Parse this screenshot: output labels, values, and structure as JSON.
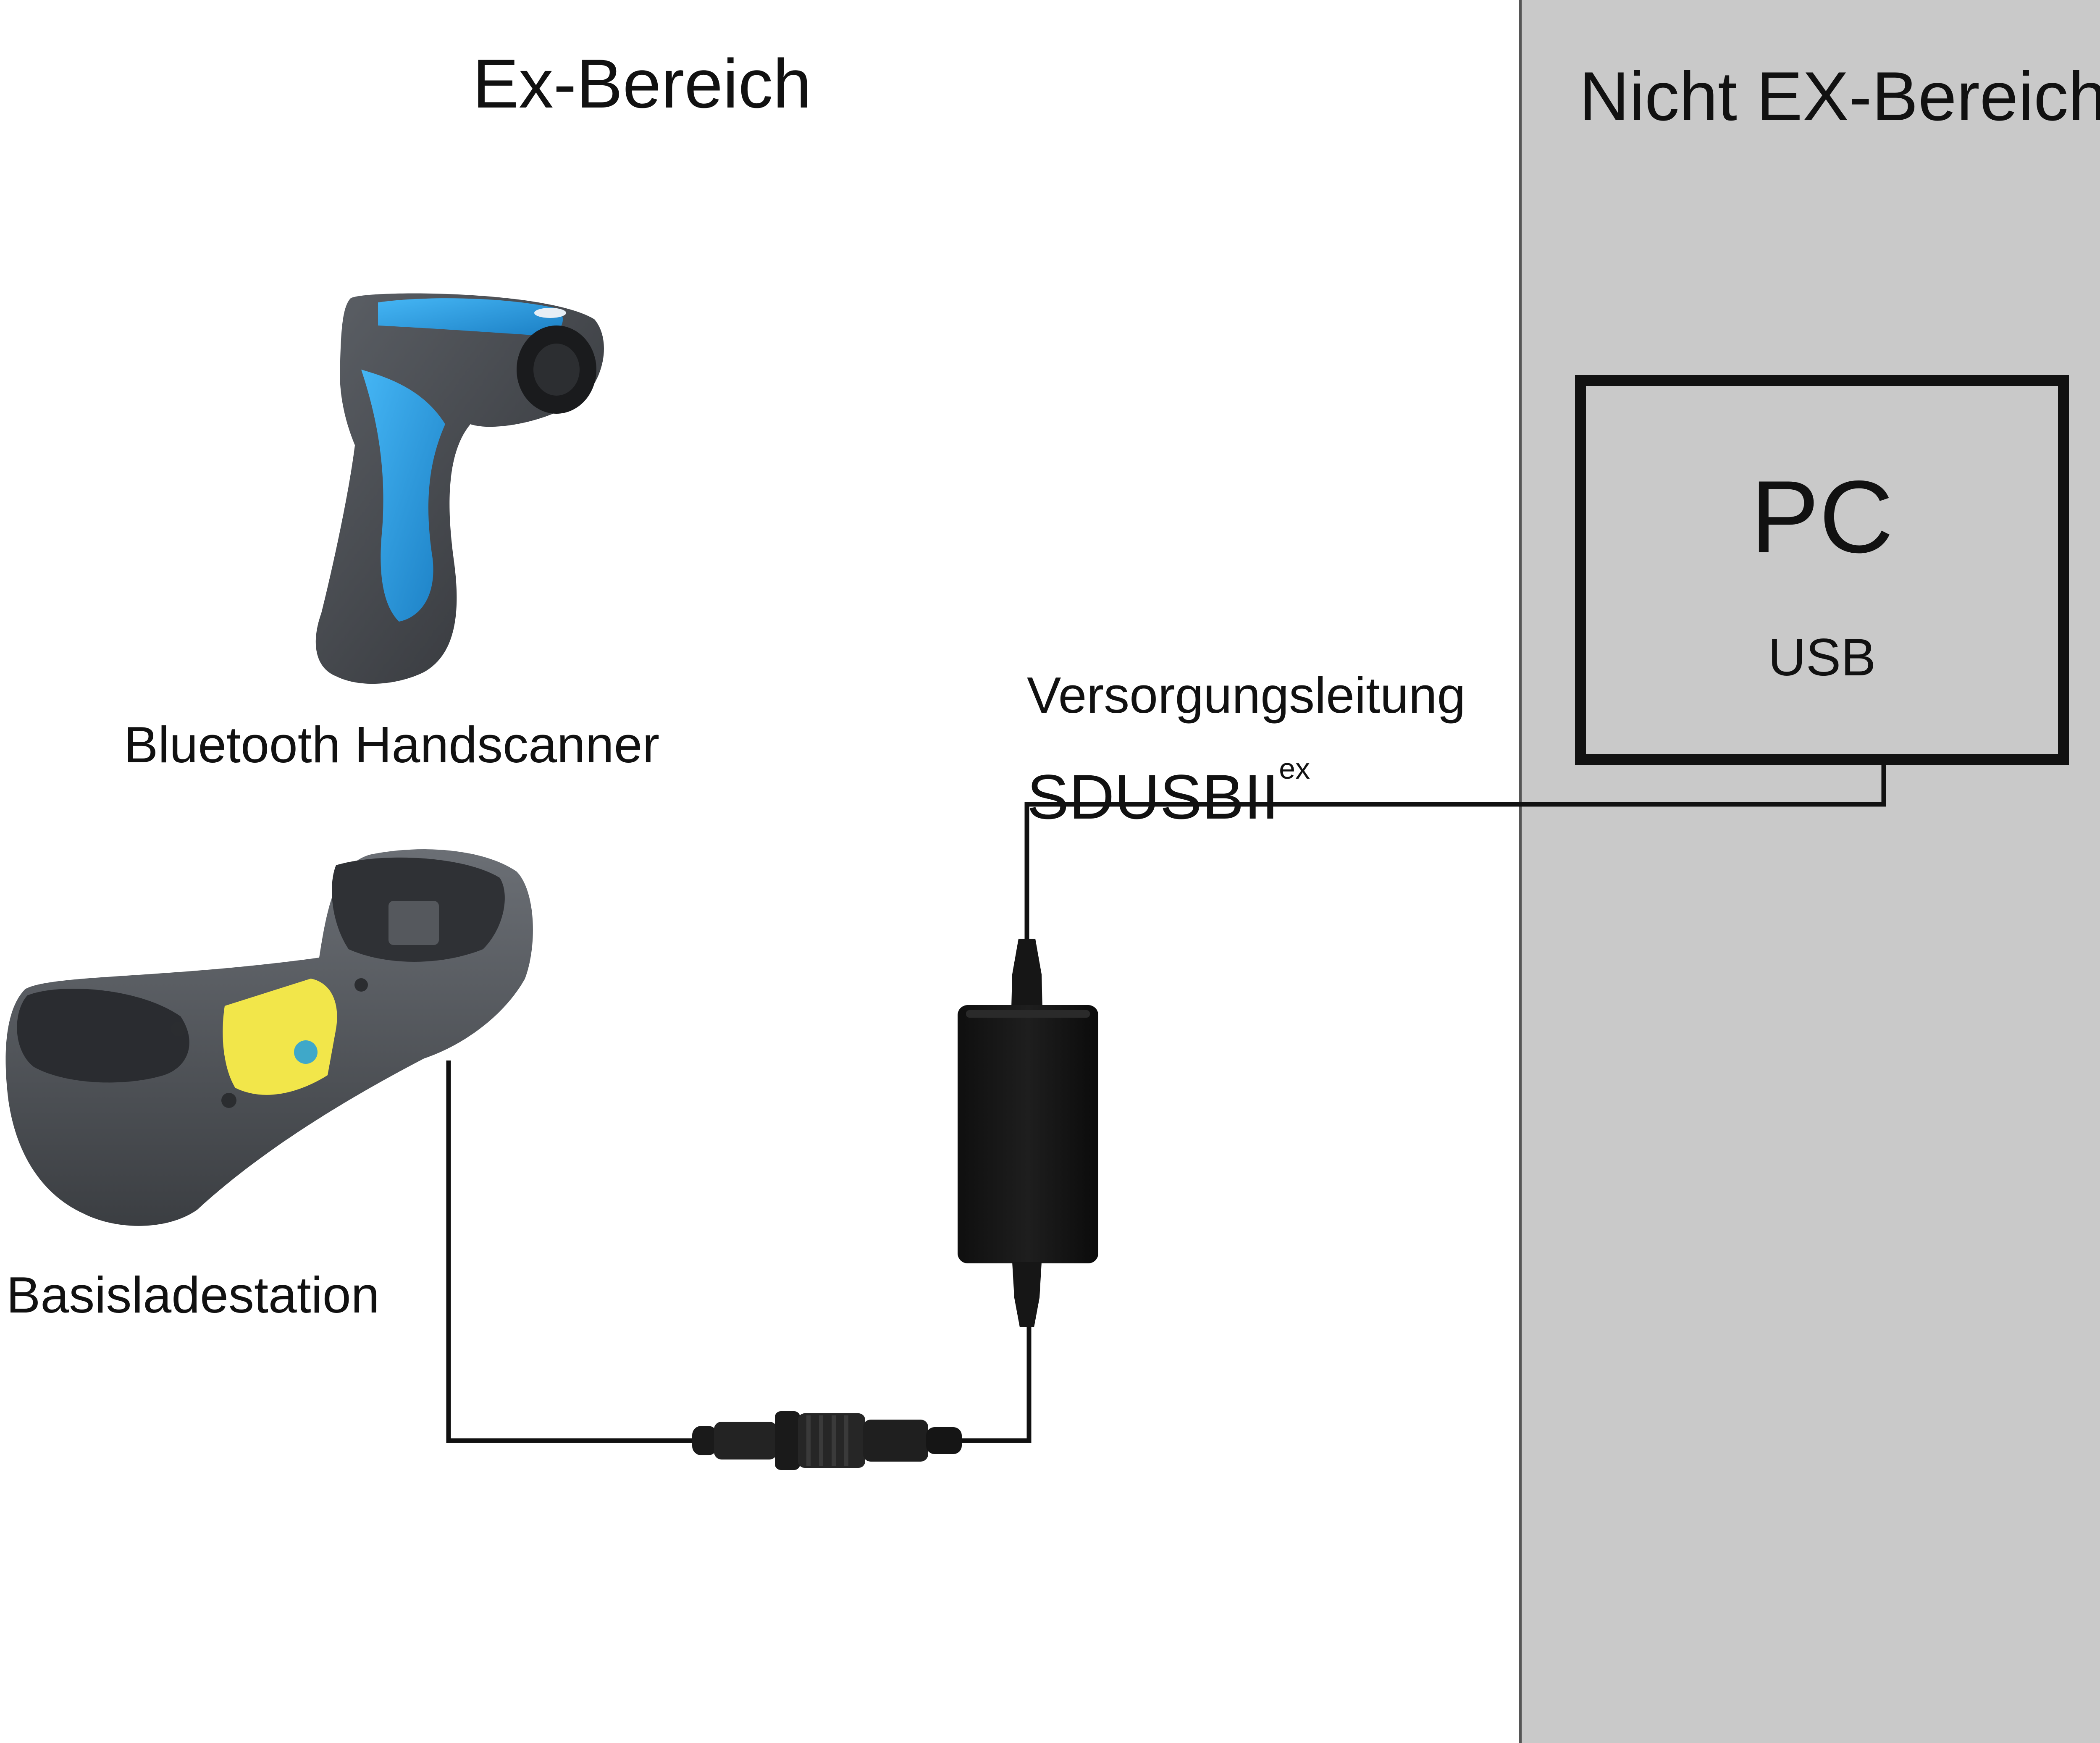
{
  "zones": {
    "ex_area": {
      "title": "Ex-Bereich"
    },
    "non_ex_area": {
      "title": "Nicht EX-Bereich",
      "fill_color": "#c9c9c9"
    }
  },
  "devices": {
    "handscanner": {
      "label": "Bluetooth Handscanner",
      "accent_color": "#2f9be0"
    },
    "base_station": {
      "label": "Basisladestation",
      "sticker_color": "#f2e64a"
    },
    "pc": {
      "title": "PC",
      "port_label": "USB"
    }
  },
  "cable": {
    "label_line1": "Versorgungsleitung",
    "label_line2": "SDUSBII",
    "label_superscript": "ex"
  }
}
